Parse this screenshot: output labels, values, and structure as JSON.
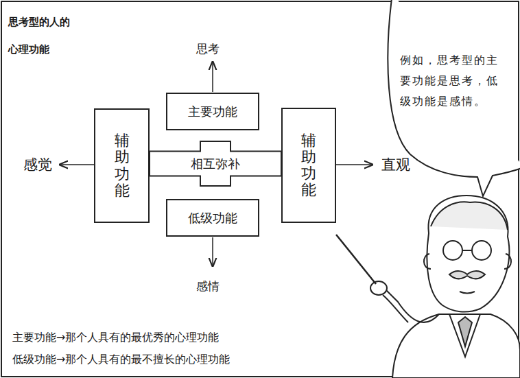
{
  "diagram": {
    "title": "思考型的人的 心理功能",
    "nodes": [
      {
        "text": [
          "主要功能"
        ]
      },
      {
        "text": [
          "辅助功能"
        ]
      },
      {
        "text": [
          "相互弥补"
        ]
      },
      {
        "text": [
          "辅助功能"
        ]
      },
      {
        "text": [
          "低级功能"
        ]
      },
      {
        "text": [
          "例如，思考型的主要功能是思考，低级功能是感情。"
        ]
      }
    ],
    "labels": [
      "思考",
      "感觉",
      "直观",
      "感情",
      "主要功能→那个人具有的最优秀的心理功能",
      "低级功能→那个人具有的最不擅长的心理功能"
    ]
  }
}
